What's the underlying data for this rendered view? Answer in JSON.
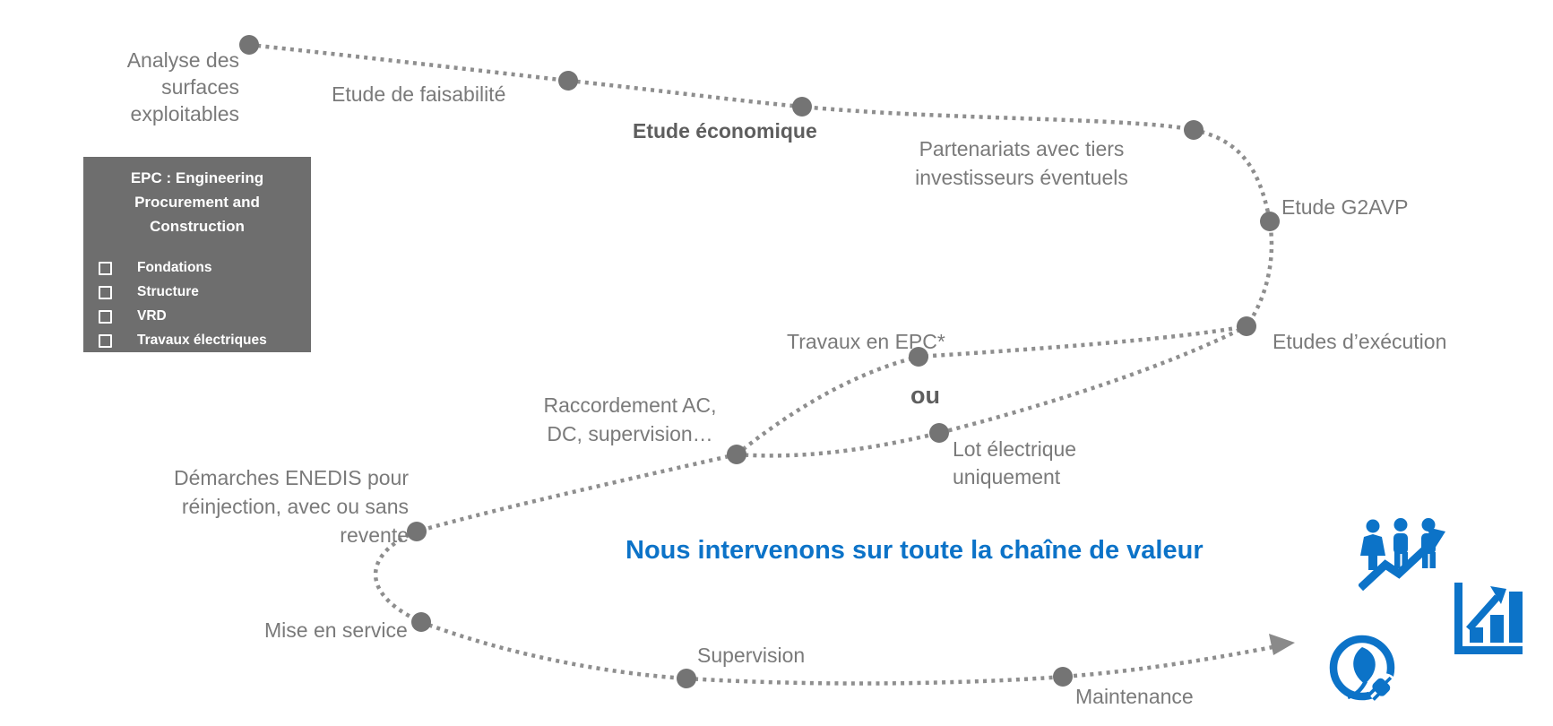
{
  "headline": {
    "text": "Nous intervenons sur toute la chaîne de valeur"
  },
  "labels": {
    "analyse": "Analyse des surfaces\nexploitables",
    "faisabilite": "Etude de faisabilité",
    "economique": "Etude économique",
    "partenariats": "Partenariats avec tiers\ninvestisseurs éventuels",
    "g2avp": "Etude G2AVP",
    "execution": "Etudes d’exécution",
    "travaux_epc": "Travaux en EPC*",
    "ou": "ou",
    "lot_electrique": "Lot électrique\nuniquement",
    "raccordement": "Raccordement AC,\nDC, supervision…",
    "demarches": "Démarches ENEDIS pour\nréinjection, avec ou sans revente",
    "mise_en_service": "Mise en service",
    "supervision": "Supervision",
    "maintenance": "Maintenance"
  },
  "epc_box": {
    "title_lines": [
      "EPC : Engineering",
      "Procurement and",
      "Construction"
    ],
    "items": [
      "Fondations",
      "Structure",
      "VRD",
      "Travaux électriques"
    ]
  },
  "icons": [
    "people-growth-icon",
    "bar-chart-growth-icon",
    "eco-energy-plug-icon"
  ],
  "colors": {
    "accent_blue": "#0c73c8",
    "label_gray": "#7a7a7a",
    "bold_gray": "#5e5e5e",
    "node_gray": "#747474",
    "dots_gray": "#8e8e8e",
    "box_gray": "#6e6e6e"
  }
}
